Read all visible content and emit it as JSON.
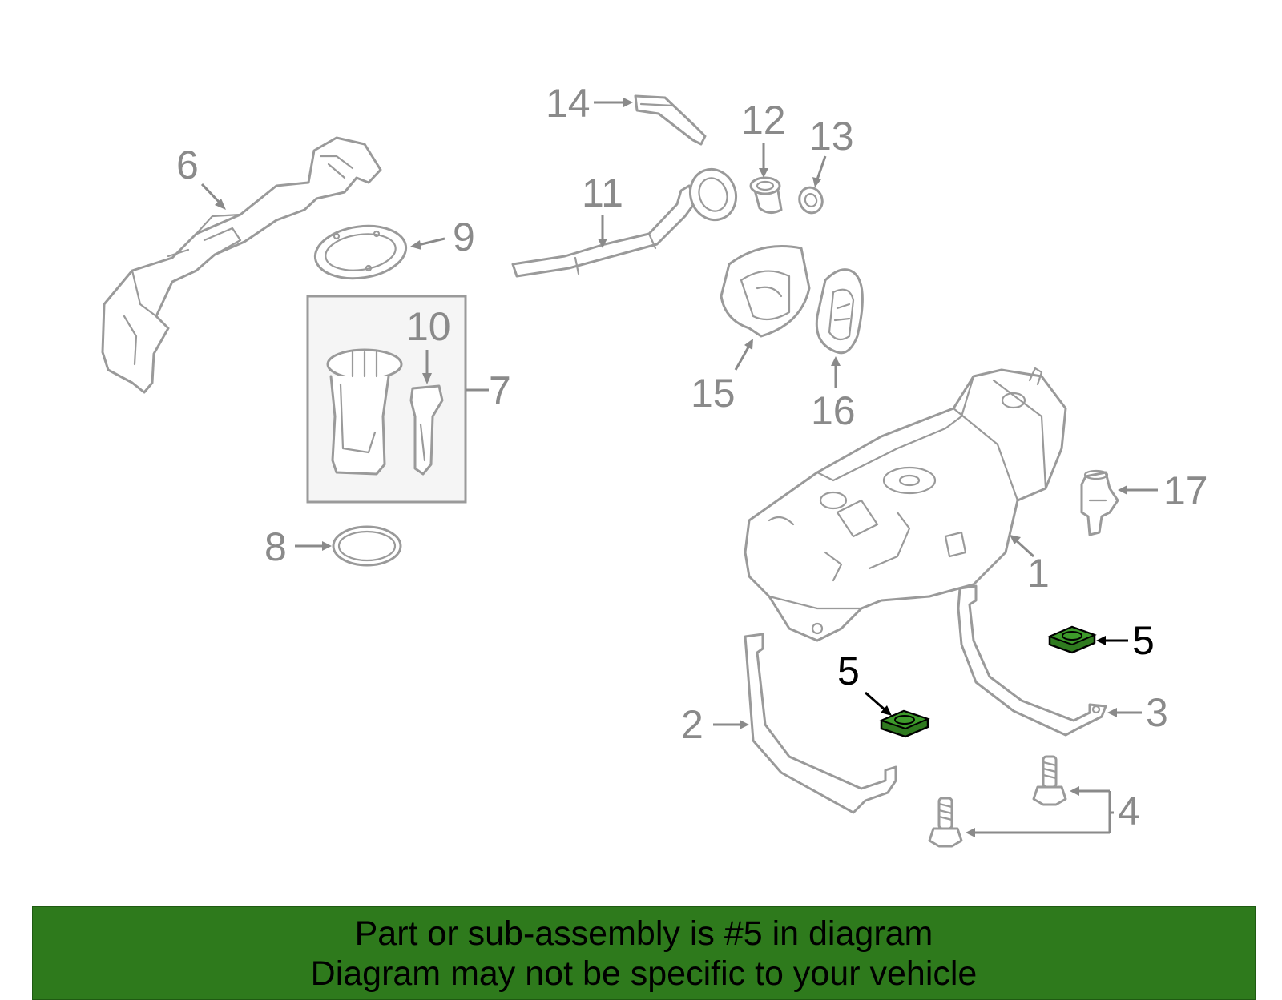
{
  "callouts": {
    "c1": "1",
    "c2": "2",
    "c3": "3",
    "c4": "4",
    "c5a": "5",
    "c5b": "5",
    "c6": "6",
    "c7": "7",
    "c8": "8",
    "c9": "9",
    "c10": "10",
    "c11": "11",
    "c12": "12",
    "c13": "13",
    "c14": "14",
    "c15": "15",
    "c16": "16",
    "c17": "17"
  },
  "highlight_color": "#2e7a1c",
  "banner": {
    "line1": "Part or sub-assembly is #5 in diagram",
    "line2": "Diagram may not be specific to your vehicle"
  }
}
